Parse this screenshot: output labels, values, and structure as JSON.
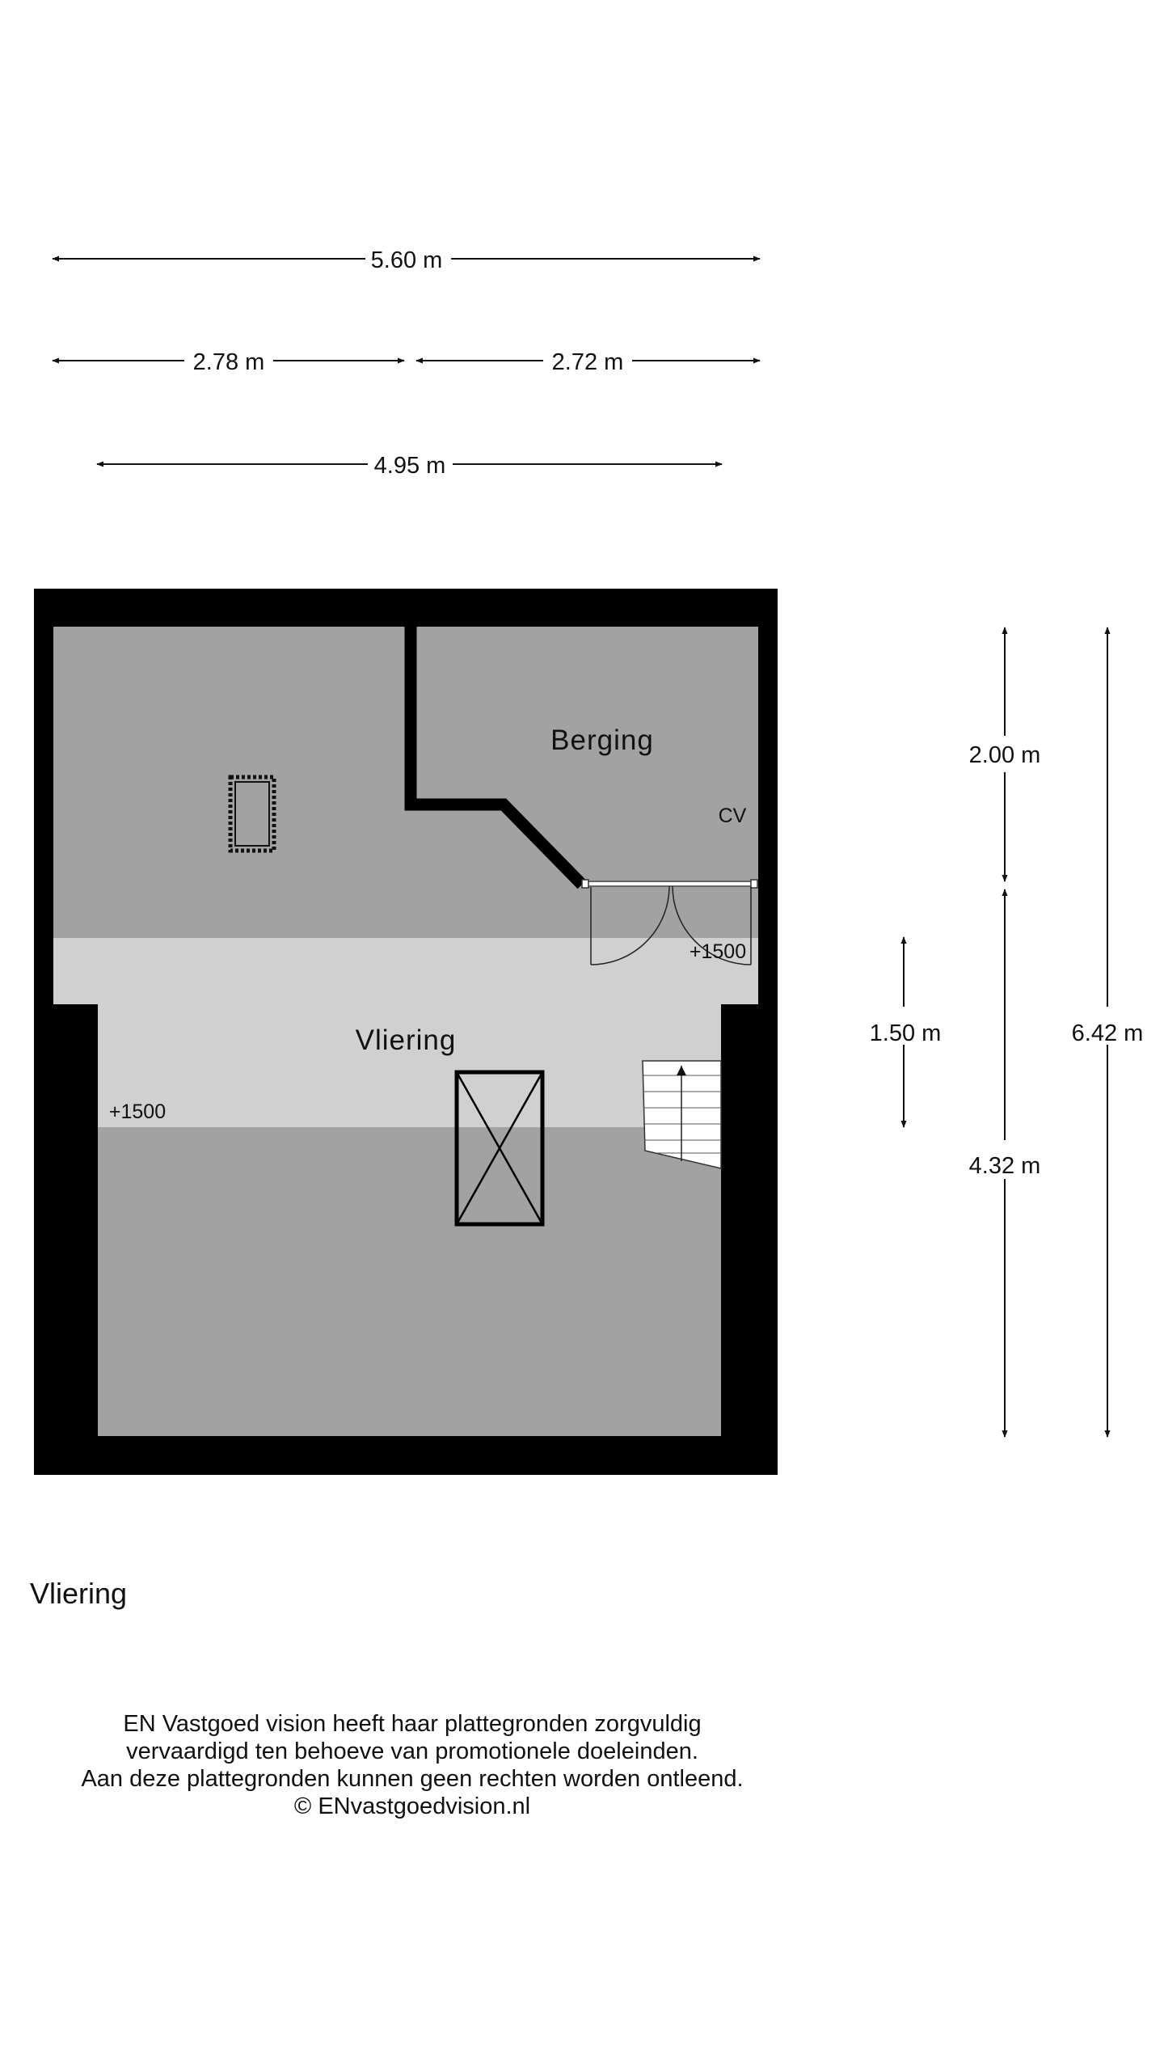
{
  "dimensions": {
    "total_width": "5.60 m",
    "left_width": "2.78 m",
    "right_width": "2.72 m",
    "inner_width": "4.95 m",
    "berging_depth": "2.00 m",
    "headroom_zone": "1.50 m",
    "vliering_depth": "4.32 m",
    "total_depth": "6.42 m"
  },
  "rooms": {
    "berging": "Berging",
    "vliering": "Vliering",
    "cv": "CV",
    "height_mark_right": "+1500",
    "height_mark_left": "+1500"
  },
  "floor_title": "Vliering",
  "disclaimer": {
    "line1": "EN Vastgoed vision heeft haar plattegronden zorgvuldig",
    "line2": "vervaardigd ten behoeve van promotionele doeleinden.",
    "line3": "Aan deze plattegronden kunnen geen rechten worden ontleend.",
    "line4": "© ENvastgoedvision.nl"
  },
  "colors": {
    "wall": "#000000",
    "floor_low": "#a2a2a2",
    "floor_high": "#d0d0d0",
    "dimension_line": "#111111"
  }
}
